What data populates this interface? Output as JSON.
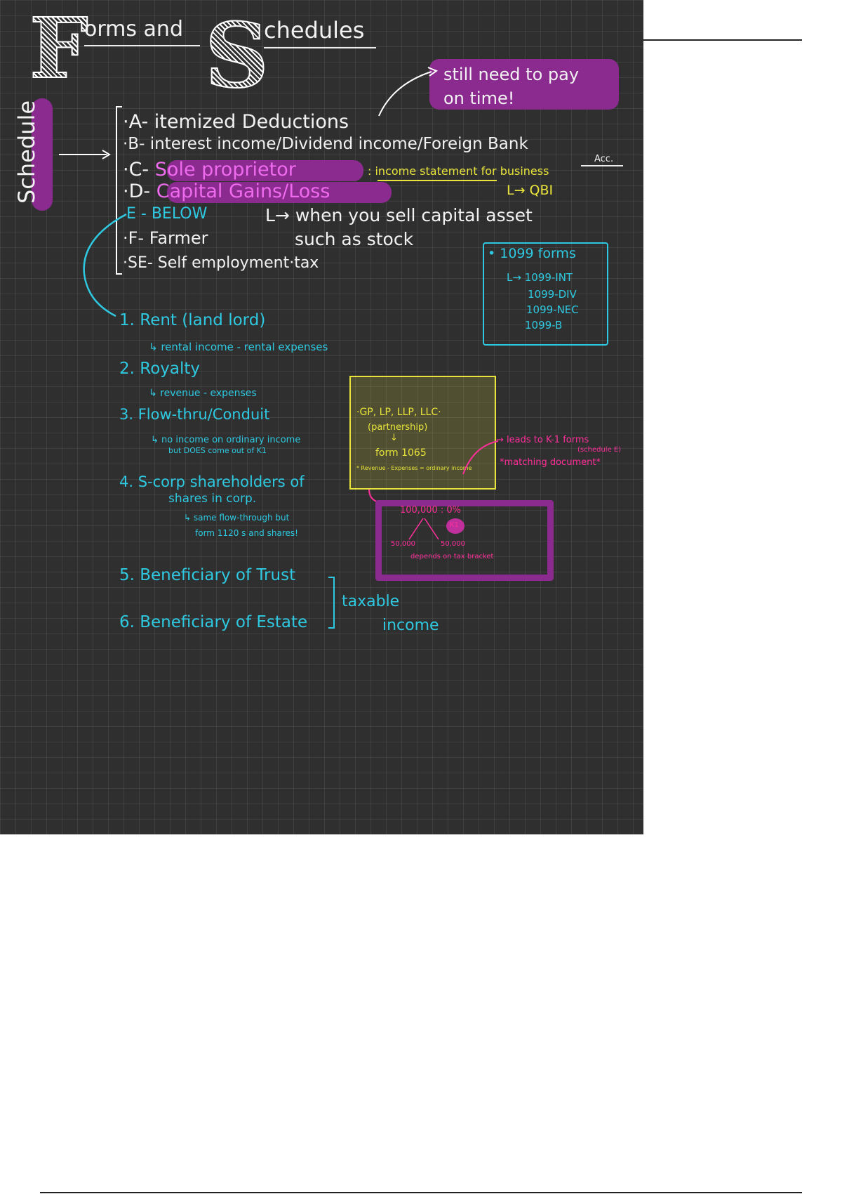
{
  "title": {
    "f_letter": "F",
    "forms_rest": "orms and",
    "s_letter": "S",
    "schedules_rest": "chedules"
  },
  "callout": {
    "line1": "still need to pay",
    "line2": "on time!"
  },
  "schedule_label": "Schedule",
  "schedules": [
    {
      "bullet": "·A-",
      "text": "itemized Deductions"
    },
    {
      "bullet": "·B-",
      "text": "interest income/Dividend income/Foreign Bank"
    },
    {
      "bullet": "·C-",
      "text": "Sole proprietor"
    },
    {
      "bullet": "·D-",
      "text": "Capital Gains/Loss"
    },
    {
      "bullet": "E -",
      "text": "BELOW"
    },
    {
      "bullet": "·F-",
      "text": "Farmer"
    },
    {
      "bullet": "·SE-",
      "text": "Self employment·tax"
    }
  ],
  "bank_acc": "Acc.",
  "c_note": ": income statement for business",
  "qbi_note": "L→ QBI",
  "d_note1": "L→ when you sell capital asset",
  "d_note2": "such as stock",
  "forms_1099": {
    "title": "• 1099 forms",
    "items": [
      "L→ 1099-INT",
      "1099-DIV",
      "1099-NEC",
      "1099-B"
    ]
  },
  "schedule_e_items": [
    {
      "title": "1. Rent (land lord)",
      "notes": [
        "↳ rental income - rental expenses"
      ]
    },
    {
      "title": "2. Royalty",
      "notes": [
        "↳ revenue - expenses"
      ]
    },
    {
      "title": "3. Flow-thru/Conduit",
      "notes": [
        "↳ no income on ordinary income",
        "but DOES come out of K1"
      ]
    },
    {
      "title": "4. S-corp shareholders of",
      "title2": "shares in corp.",
      "notes": [
        "↳ same flow-through but",
        "form 1120 s and shares!"
      ]
    },
    {
      "title": "5. Beneficiary of Trust"
    },
    {
      "title": "6. Beneficiary of Estate"
    }
  ],
  "taxable": "taxable",
  "income": "income",
  "partnership_box": {
    "entities": "·GP, LP, LLP, LLC·",
    "label": "(partnership)",
    "arrow": "↓",
    "form": "form 1065",
    "note": "* Revenue - Expenses = ordinary income"
  },
  "k1_note": {
    "line1": "→ leads to K-1 forms",
    "line2": "(schedule E)",
    "line3": "*matching document*"
  },
  "split_box": {
    "total": "100,000 : 0%",
    "tag": "K1",
    "left": "50,000",
    "right": "50,000",
    "note": "depends on tax bracket"
  },
  "colors": {
    "background": "#2f2f30",
    "cyan": "#2ec9e0",
    "yellow": "#e8e43a",
    "pink": "#ee6bee",
    "magenta": "#ff2f9a",
    "purple": "#8b2a8f"
  }
}
